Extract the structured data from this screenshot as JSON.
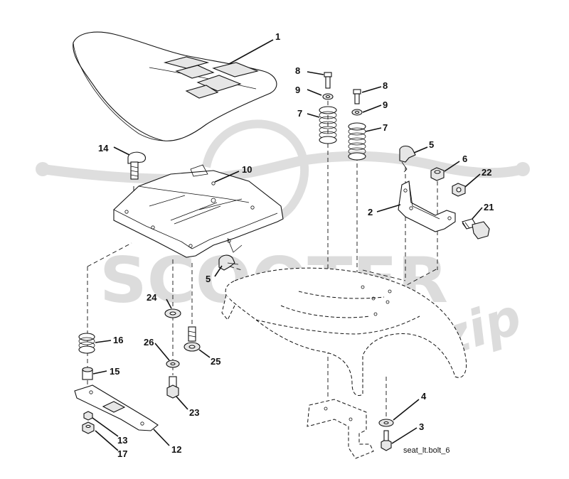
{
  "watermark": {
    "brand": "SCOOTER",
    "suffix": "zip",
    "color": "#dcdcdc"
  },
  "reference": "seat_lt.bolt_6",
  "callouts": [
    {
      "id": "c1",
      "label": "1"
    },
    {
      "id": "c2",
      "label": "2"
    },
    {
      "id": "c3",
      "label": "3"
    },
    {
      "id": "c4",
      "label": "4"
    },
    {
      "id": "c5a",
      "label": "5"
    },
    {
      "id": "c5b",
      "label": "5"
    },
    {
      "id": "c6",
      "label": "6"
    },
    {
      "id": "c7a",
      "label": "7"
    },
    {
      "id": "c7b",
      "label": "7"
    },
    {
      "id": "c8a",
      "label": "8"
    },
    {
      "id": "c8b",
      "label": "8"
    },
    {
      "id": "c9a",
      "label": "9"
    },
    {
      "id": "c9b",
      "label": "9"
    },
    {
      "id": "c10",
      "label": "10"
    },
    {
      "id": "c12",
      "label": "12"
    },
    {
      "id": "c13",
      "label": "13"
    },
    {
      "id": "c14",
      "label": "14"
    },
    {
      "id": "c15",
      "label": "15"
    },
    {
      "id": "c16",
      "label": "16"
    },
    {
      "id": "c17",
      "label": "17"
    },
    {
      "id": "c21",
      "label": "21"
    },
    {
      "id": "c22",
      "label": "22"
    },
    {
      "id": "c23",
      "label": "23"
    },
    {
      "id": "c24",
      "label": "24"
    },
    {
      "id": "c25",
      "label": "25"
    },
    {
      "id": "c26",
      "label": "26"
    }
  ]
}
